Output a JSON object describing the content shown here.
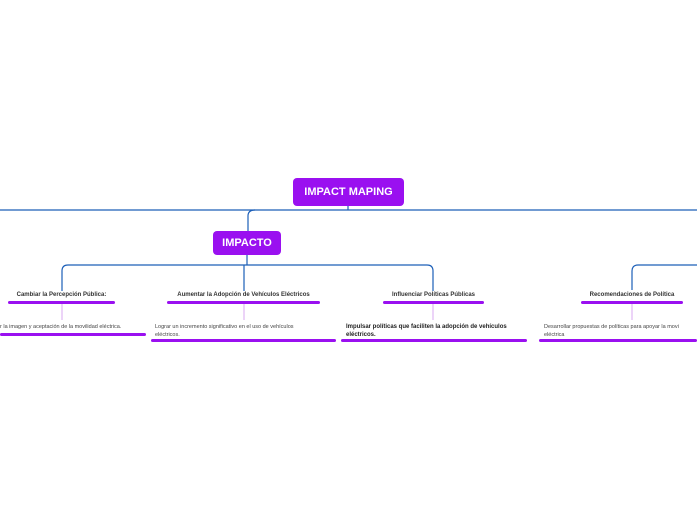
{
  "root": {
    "label": "IMPACT MAPING"
  },
  "sub": {
    "label": "IMPACTO"
  },
  "topics": [
    {
      "label": "Cambiar la Percepción Pública:",
      "note": "r la imagen y aceptación de la movilidad eléctrica."
    },
    {
      "label": "Aumentar la Adopción de Vehículos Eléctricos",
      "note_line1": "Lograr un incremento significativo en el uso de vehículos",
      "note_line2": "eléctricos."
    },
    {
      "label": "Influenciar Políticas Públicas",
      "note_line1": "Impulsar políticas que faciliten la adopción de vehículos",
      "note_line2": "eléctricos."
    },
    {
      "label": "Recomendaciones de Política",
      "note_line1": "Desarrollar propuestas de políticas para apoyar la movi",
      "note_line2": "eléctrica"
    }
  ],
  "colors": {
    "node": "#9a10f0",
    "connector": "#1c5fb8",
    "underline": "#9a10f0",
    "stem": "#d8a8f0"
  }
}
